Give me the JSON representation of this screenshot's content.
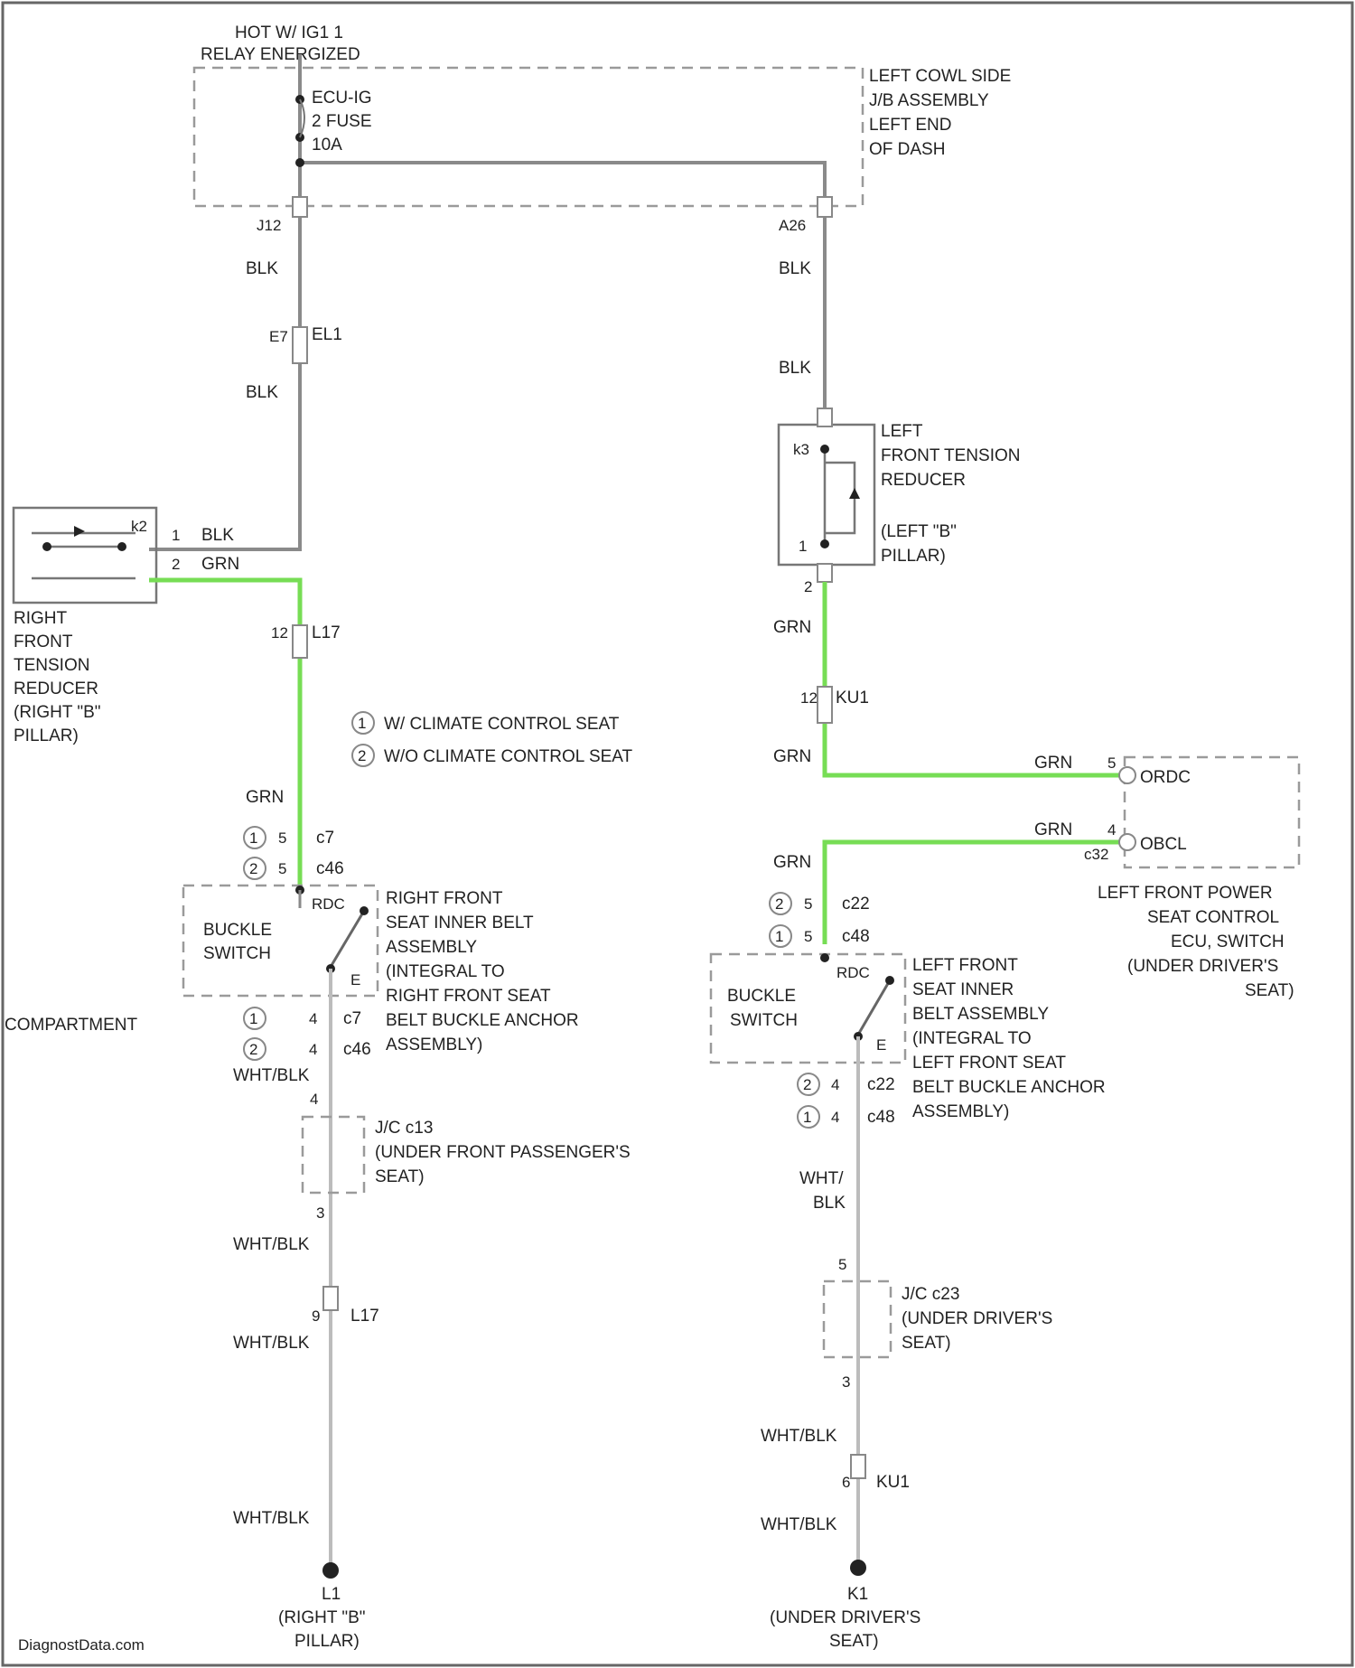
{
  "hot_label": [
    "HOT W/ IG1 1",
    "RELAY ENERGIZED"
  ],
  "fuse_label": [
    "ECU-IG",
    "2 FUSE",
    "10A"
  ],
  "jb_label": [
    "LEFT COWL SIDE",
    "J/B ASSEMBLY",
    "LEFT END",
    "OF DASH"
  ],
  "left_top_pin": "J12",
  "right_top_pin": "A26",
  "left_upper_wire": "BLK",
  "left_mid_pin": "E7",
  "left_mid_conn": "EL1",
  "left_lower_wire": "BLK",
  "right_upper_wire": "BLK",
  "right_lower_wire": "BLK",
  "right_tension_reducer_label": [
    "RIGHT",
    "FRONT",
    "TENSION",
    "REDUCER",
    "(RIGHT \"B\"",
    "PILLAR)"
  ],
  "right_reducer_pin_top": "1",
  "right_reducer_pin_bottom": "2",
  "right_reducer_conn": "k2",
  "right_reducer_wire_top": "BLK",
  "right_reducer_wire_bottom": "GRN",
  "left_tension_reducer_label": [
    "LEFT",
    "FRONT TENSION",
    "REDUCER",
    "(LEFT \"B\"",
    "PILLAR)"
  ],
  "left_reducer_pins": [
    "k3",
    "1",
    "2"
  ],
  "right_grn_pin1": "12",
  "right_grn_conn1": "L17",
  "right_grn_wire": "GRN",
  "left_grn_wire_a": "GRN",
  "left_grn_pin": "12",
  "left_grn_conn": "KU1",
  "left_grn_wire_b": "GRN",
  "legend": [
    {
      "num": "1",
      "text": "W/ CLIMATE CONTROL SEAT"
    },
    {
      "num": "2",
      "text": "W/O CLIMATE CONTROL SEAT"
    }
  ],
  "right_buckle": {
    "connectors": [
      {
        "num": "1",
        "pin": "5",
        "code": "c7"
      },
      {
        "num": "2",
        "pin": "5",
        "code": "c46"
      }
    ],
    "switch_label": [
      "BUCKLE",
      "SWITCH"
    ],
    "pin_label": "RDC",
    "side_label": [
      "RIGHT FRONT",
      "SEAT INNER BELT",
      "ASSEMBLY",
      "(INTEGRAL TO",
      "RIGHT FRONT SEAT",
      "BELT BUCKLE ANCHOR",
      "ASSEMBLY)"
    ],
    "lower_pin": "E",
    "lower_connectors": [
      {
        "num": "1",
        "pin": "4",
        "code": "c7"
      },
      {
        "num": "2",
        "pin": "4",
        "code": "c46"
      }
    ],
    "wire_after": "WHT/BLK"
  },
  "left_buckle": {
    "connectors": [
      {
        "num": "2",
        "pin": "5",
        "code": "c22"
      },
      {
        "num": "1",
        "pin": "5",
        "code": "c48"
      }
    ],
    "switch_label": [
      "BUCKLE",
      "SWITCH"
    ],
    "pin_label": "RDC",
    "side_label": [
      "LEFT FRONT",
      "SEAT INNER",
      "BELT ASSEMBLY",
      "(INTEGRAL TO",
      "LEFT FRONT SEAT",
      "BELT BUCKLE ANCHOR",
      "ASSEMBLY)"
    ],
    "lower_pin": "E",
    "lower_connectors": [
      {
        "num": "2",
        "pin": "4",
        "code": "c22"
      },
      {
        "num": "1",
        "pin": "4",
        "code": "c48"
      }
    ],
    "wire_after": [
      "WHT/",
      "BLK"
    ]
  },
  "compartment": "COMPARTMENT",
  "power_seat_ecu": {
    "pins": [
      {
        "pin": "5",
        "label": "ORDC"
      },
      {
        "pin": "4",
        "label": "OBCL"
      }
    ],
    "code": "c32",
    "wires": [
      "GRN",
      "GRN"
    ],
    "label": [
      "LEFT FRONT POWER",
      "SEAT CONTROL",
      "ECU, SWITCH",
      "(UNDER DRIVER'S",
      "SEAT)"
    ]
  },
  "left_bottom_wire_top": "GRN",
  "right_jc": {
    "pin_top": "4",
    "label": [
      "J/C c13",
      "(UNDER FRONT PASSENGER'S",
      "SEAT)"
    ],
    "pin_bottom": "3",
    "wire1": "WHT/BLK",
    "pin2": "9",
    "conn2": "L17",
    "wire2": "WHT/BLK",
    "wire3": "WHT/BLK",
    "ground": "L1",
    "ground_label": [
      "(RIGHT \"B\"",
      "PILLAR)"
    ]
  },
  "left_jc": {
    "pin_top": "5",
    "label": [
      "J/C c23",
      "(UNDER DRIVER'S",
      "SEAT)"
    ],
    "pin_bottom": "3",
    "wire1": "WHT/BLK",
    "pin2": "6",
    "conn2": "KU1",
    "wire2": "WHT/BLK",
    "ground": "K1",
    "ground_label": [
      "(UNDER DRIVER'S",
      "SEAT)"
    ]
  },
  "watermark": "DiagnostData.com",
  "colors": {
    "wire": "#8a8a8a",
    "highlight": "#77dd55",
    "box": "#9a9a9a"
  }
}
